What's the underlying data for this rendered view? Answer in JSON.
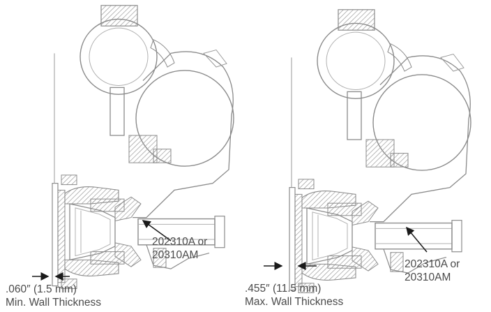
{
  "colors": {
    "line": "#8a8a8a",
    "hatch": "#a0a0a0",
    "text": "#4a4a4a",
    "arrow": "#1a1a1a"
  },
  "left_figure": {
    "thickness_value": ".060″ (1.5 mm)",
    "thickness_caption": "Min. Wall Thickness",
    "part_number_line1": "202310A or",
    "part_number_line2": "20310AM"
  },
  "right_figure": {
    "thickness_value": ".455″ (11.5 mm)",
    "thickness_caption": "Max. Wall Thickness",
    "part_number_line1": "202310A or",
    "part_number_line2": "20310AM"
  }
}
